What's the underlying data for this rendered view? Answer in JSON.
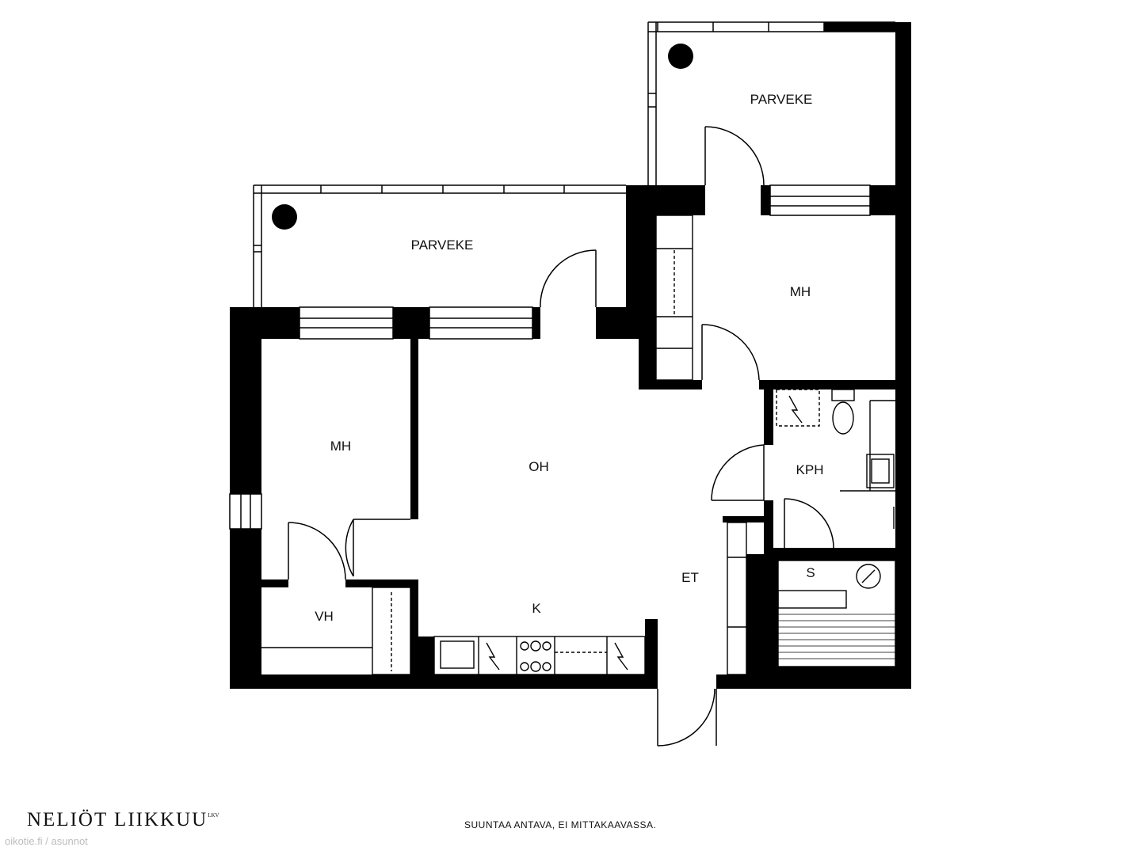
{
  "rooms": {
    "parveke_top": "PARVEKE",
    "parveke_left": "PARVEKE",
    "mh_right": "MH",
    "mh_left": "MH",
    "oh": "OH",
    "kph": "KPH",
    "et": "ET",
    "s": "S",
    "vh": "VH",
    "k": "K"
  },
  "footer": {
    "brand": "NELIÖT LIIKKUU",
    "brand_suffix": "LKV",
    "note": "SUUNTAA ANTAVA, EI MITTAKAAVASSA.",
    "source": "oikotie.fi / asunnot"
  }
}
